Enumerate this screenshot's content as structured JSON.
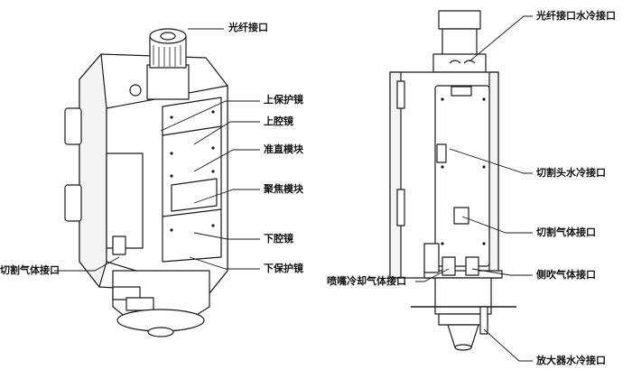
{
  "left_view": {
    "labels": [
      "光纤接口",
      "上保护镜",
      "上腔镜",
      "准直模块",
      "聚焦模块",
      "下腔镜",
      "下保护镜",
      "切割气体接口"
    ]
  },
  "right_view": {
    "labels": [
      "光纤接口水冷接口",
      "切割头水冷接口",
      "切割气体接口",
      "喷嘴冷却气体接口",
      "侧吹气体接口",
      "放大器水冷接口"
    ]
  }
}
